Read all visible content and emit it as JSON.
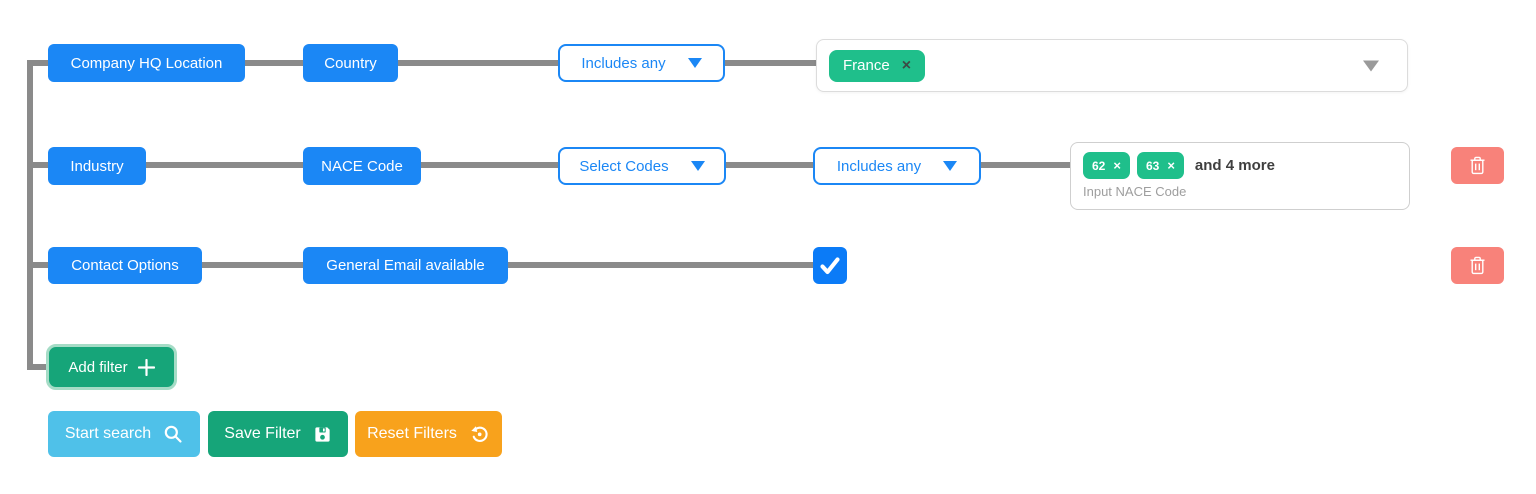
{
  "colors": {
    "primary_blue": "#1b87f5",
    "checkbox_blue": "#0b7bf7",
    "tag_green": "#1fbf8b",
    "action_green": "#16a579",
    "add_filter_border_green": "#a5dcc6",
    "delete_red": "#f8827a",
    "search_blue": "#4fc1e9",
    "reset_orange": "#f8a21c",
    "connector_gray": "#8a8a8a"
  },
  "filters": [
    {
      "category": "Company HQ Location",
      "attribute": "Country",
      "operator": "Includes any",
      "values": [
        "France"
      ]
    },
    {
      "category": "Industry",
      "attribute": "NACE Code",
      "selector": "Select Codes",
      "operator": "Includes any",
      "values": [
        "62",
        "63"
      ],
      "more_text": "and 4 more",
      "input_placeholder": "Input NACE Code"
    },
    {
      "category": "Contact Options",
      "attribute": "General Email available",
      "checked": true
    }
  ],
  "add_filter": {
    "label": "Add filter"
  },
  "actions": {
    "start_search": "Start search",
    "save_filter": "Save Filter",
    "reset_filters": "Reset Filters"
  },
  "icons": {
    "remove_glyph": "×"
  }
}
